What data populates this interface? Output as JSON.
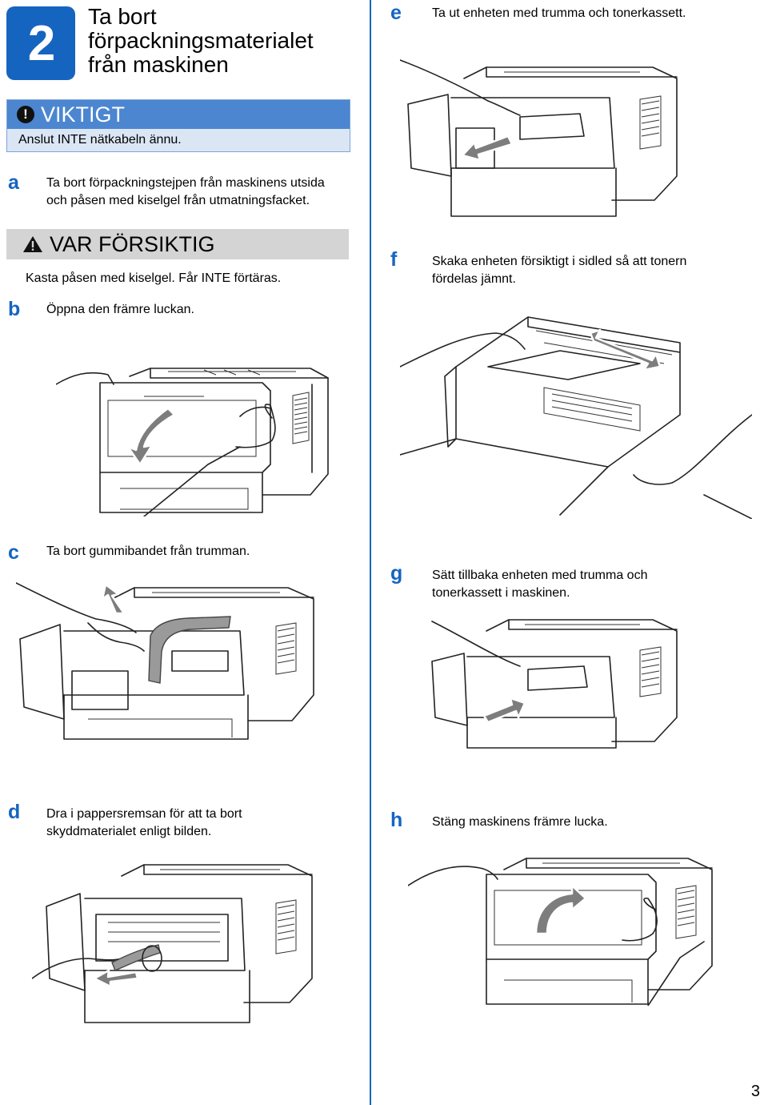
{
  "step": {
    "number": "2",
    "title_lines": [
      "Ta bort",
      "förpackningsmaterialet",
      "från maskinen"
    ]
  },
  "important": {
    "heading": "VIKTIGT",
    "text": "Anslut INTE nätkabeln ännu."
  },
  "caution": {
    "heading": "VAR FÖRSIKTIG",
    "text": "Kasta påsen med kiselgel. Får INTE förtäras."
  },
  "steps": [
    {
      "letter": "a",
      "lines": [
        "Ta bort förpackningstejpen från maskinens utsida",
        "och påsen med kiselgel från utmatningsfacket."
      ]
    },
    {
      "letter": "b",
      "lines": [
        "Öppna den främre luckan."
      ]
    },
    {
      "letter": "c",
      "lines": [
        "Ta bort gummibandet från trumman."
      ]
    },
    {
      "letter": "d",
      "lines": [
        "Dra i pappersremsan för att ta bort",
        "skyddmaterialet enligt bilden."
      ]
    },
    {
      "letter": "e",
      "lines": [
        "Ta ut enheten med trumma och tonerkassett."
      ]
    },
    {
      "letter": "f",
      "lines": [
        "Skaka enheten försiktigt i sidled så att tonern",
        "fördelas jämnt."
      ]
    },
    {
      "letter": "g",
      "lines": [
        "Sätt tillbaka enheten med trumma och",
        "tonerkassett i maskinen."
      ]
    },
    {
      "letter": "h",
      "lines": [
        "Stäng maskinens främre lucka."
      ]
    }
  ],
  "icons": {
    "important": "exclamation-circle-icon",
    "caution": "warning-triangle-icon"
  },
  "colors": {
    "accent": "#1565c0",
    "important_header": "#4c86d0",
    "important_body": "#dbe6f5",
    "caution_header": "#d4d4d4"
  },
  "page_number": "3"
}
